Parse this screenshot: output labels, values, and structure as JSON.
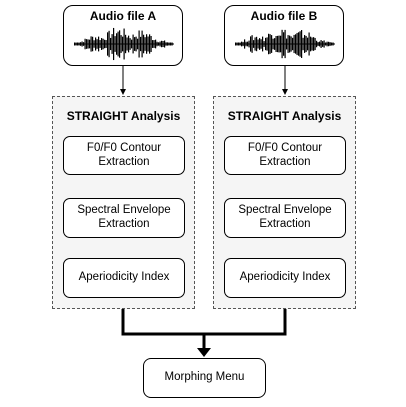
{
  "audio_a": {
    "title": "Audio file A"
  },
  "audio_b": {
    "title": "Audio file B"
  },
  "group_a": {
    "title": "STRAIGHT Analysis",
    "step1": [
      "F0/F0 Contour",
      "Extraction"
    ],
    "step2": [
      "Spectral Envelope",
      "Extraction"
    ],
    "step3": "Aperiodicity Index"
  },
  "group_b": {
    "title": "STRAIGHT Analysis",
    "step1": [
      "F0/F0 Contour",
      "Extraction"
    ],
    "step2": [
      "Spectral Envelope",
      "Extraction"
    ],
    "step3": "Aperiodicity Index"
  },
  "output": {
    "label": "Morphing Menu"
  }
}
